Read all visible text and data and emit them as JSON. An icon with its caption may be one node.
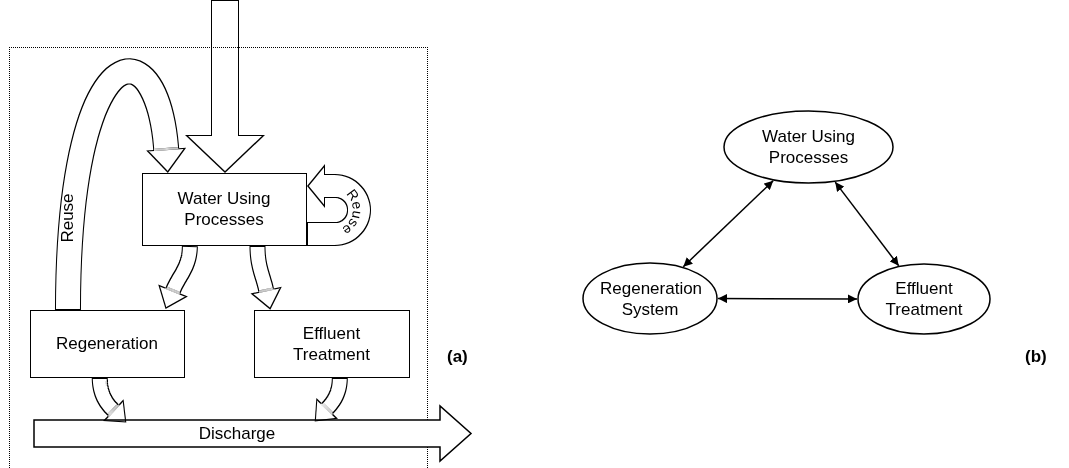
{
  "diagram": {
    "nodes": [
      {
        "text": [],
        "shape": "box"
      },
      {
        "text": [
          "Water Using Processes"
        ],
        "in": 0
      },
      {
        "text": [
          "Regeneration"
        ],
        "in": 0
      },
      {
        "text": [
          "Effluent Treatment"
        ],
        "in": 0
      },
      {
        "text": [
          "Discharge"
        ]
      },
      {
        "text": [
          "Water Using Processes"
        ]
      },
      {
        "text": [
          "Regeneration System"
        ]
      },
      {
        "text": [
          "Effluent Treatment"
        ]
      }
    ],
    "edges": [
      {
        "from": null,
        "to": 1,
        "arrow": "to"
      },
      {
        "from": 2,
        "to": 1,
        "arrow": "to",
        "label": "Reuse"
      },
      {
        "from": 1,
        "to": 1,
        "arrow": "to",
        "label": "Reuse"
      },
      {
        "from": 1,
        "to": 2,
        "arrow": "to"
      },
      {
        "from": 1,
        "to": 3,
        "arrow": "to"
      },
      {
        "from": 2,
        "to": 4,
        "arrow": "to"
      },
      {
        "from": 3,
        "to": 4,
        "arrow": "to"
      },
      {
        "from": 5,
        "to": 6,
        "arrow": "both"
      },
      {
        "from": 5,
        "to": 7,
        "arrow": "both"
      },
      {
        "from": 6,
        "to": 7,
        "arrow": "both"
      }
    ],
    "labels": [
      "(a)",
      "(b)"
    ]
  }
}
